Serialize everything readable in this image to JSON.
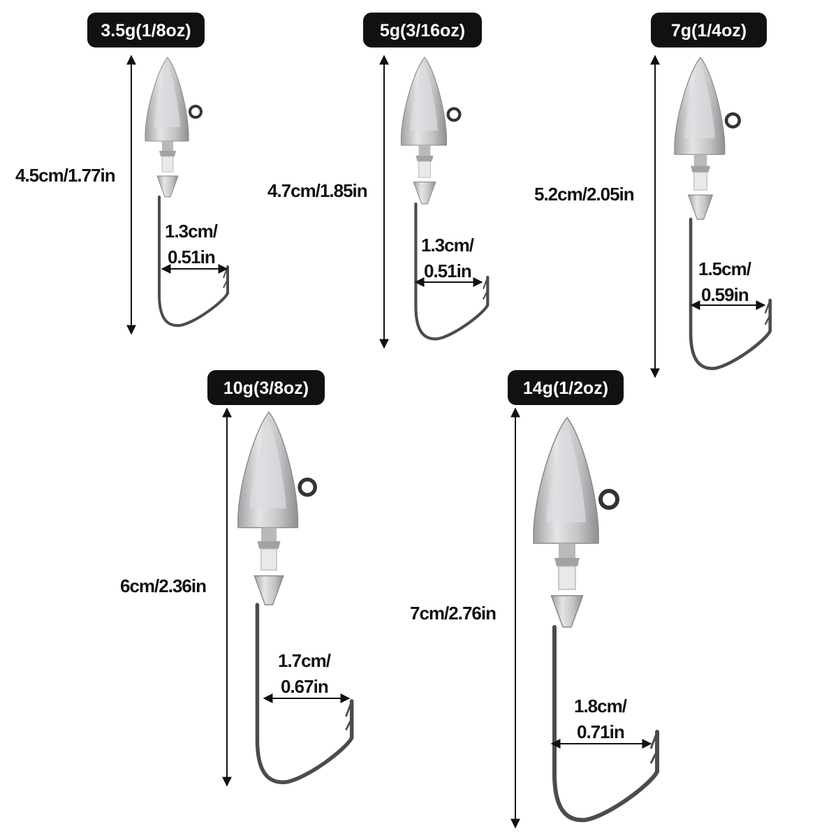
{
  "colors": {
    "pill": "#111111",
    "head": "#c9cacb",
    "hook": "#4a4d50",
    "dim": "#111111"
  },
  "hooks": [
    {
      "weight": "3.5g(1/8oz)",
      "length": "4.5cm/1.77in",
      "gap_line1": "1.3cm/",
      "gap_line2": "0.51in"
    },
    {
      "weight": "5g(3/16oz)",
      "length": "4.7cm/1.85in",
      "gap_line1": "1.3cm/",
      "gap_line2": "0.51in"
    },
    {
      "weight": "7g(1/4oz)",
      "length": "5.2cm/2.05in",
      "gap_line1": "1.5cm/",
      "gap_line2": "0.59in"
    },
    {
      "weight": "10g(3/8oz)",
      "length": "6cm/2.36in",
      "gap_line1": "1.7cm/",
      "gap_line2": "0.67in"
    },
    {
      "weight": "14g(1/2oz)",
      "length": "7cm/2.76in",
      "gap_line1": "1.8cm/",
      "gap_line2": "0.71in"
    }
  ]
}
